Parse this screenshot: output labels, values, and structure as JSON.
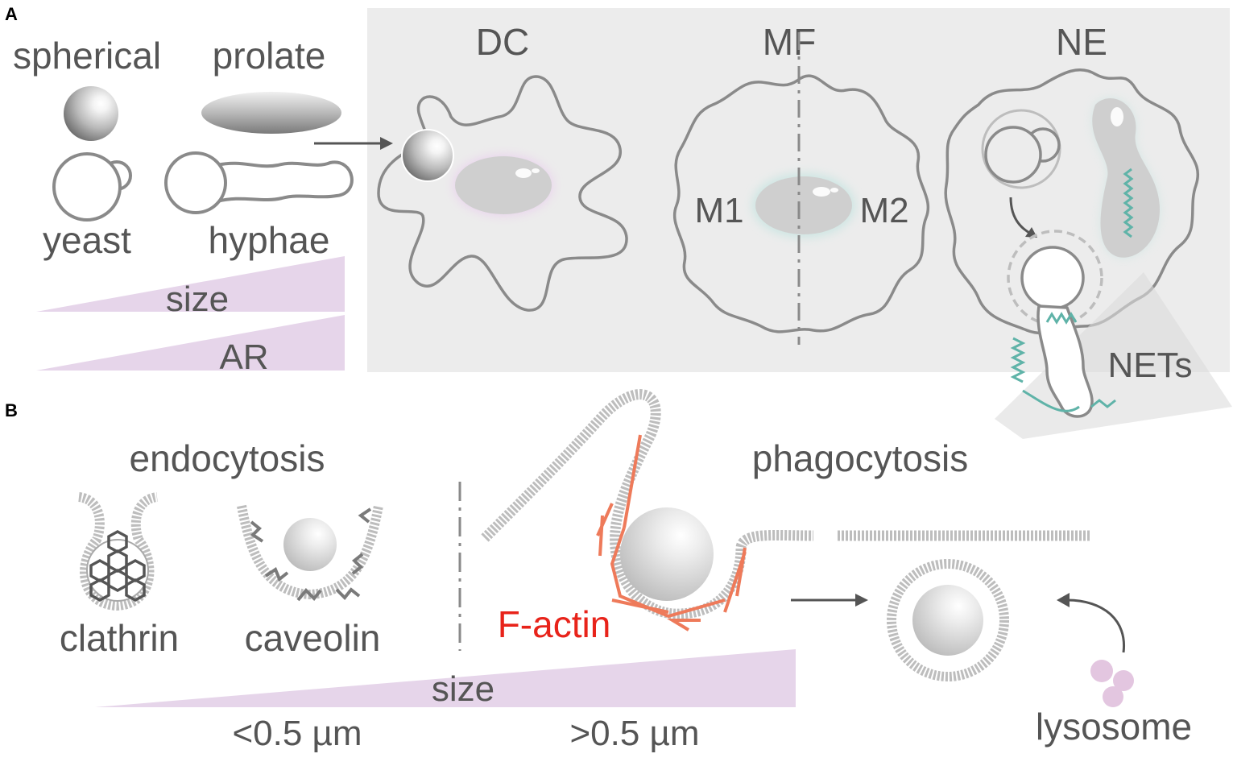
{
  "panel_a": {
    "letter": "A",
    "shapes": {
      "spherical": "spherical",
      "prolate": "prolate",
      "yeast": "yeast",
      "hyphae": "hyphae"
    },
    "gradients": {
      "size": "size",
      "ar": "AR"
    },
    "cells": {
      "dc": "DC",
      "mf": "MF",
      "ne": "NE",
      "m1": "M1",
      "m2": "M2",
      "nets": "NETs"
    }
  },
  "panel_b": {
    "letter": "B",
    "endocytosis": "endocytosis",
    "phagocytosis": "phagocytosis",
    "clathrin": "clathrin",
    "caveolin": "caveolin",
    "f_actin": "F-actin",
    "size": "size",
    "size_small": "<0.5 µm",
    "size_large": ">0.5 µm",
    "lysosome": "lysosome"
  },
  "colors": {
    "label_gray": "#555555",
    "panel_bg": "#ececec",
    "outline": "#8a8a8a",
    "purple_wedge": "#e6d5ea",
    "net_teal": "#5fb3a8",
    "actin": "#ee7a5a",
    "f_actin_text": "#e8231a",
    "lysosome": "#e3c6e0"
  }
}
